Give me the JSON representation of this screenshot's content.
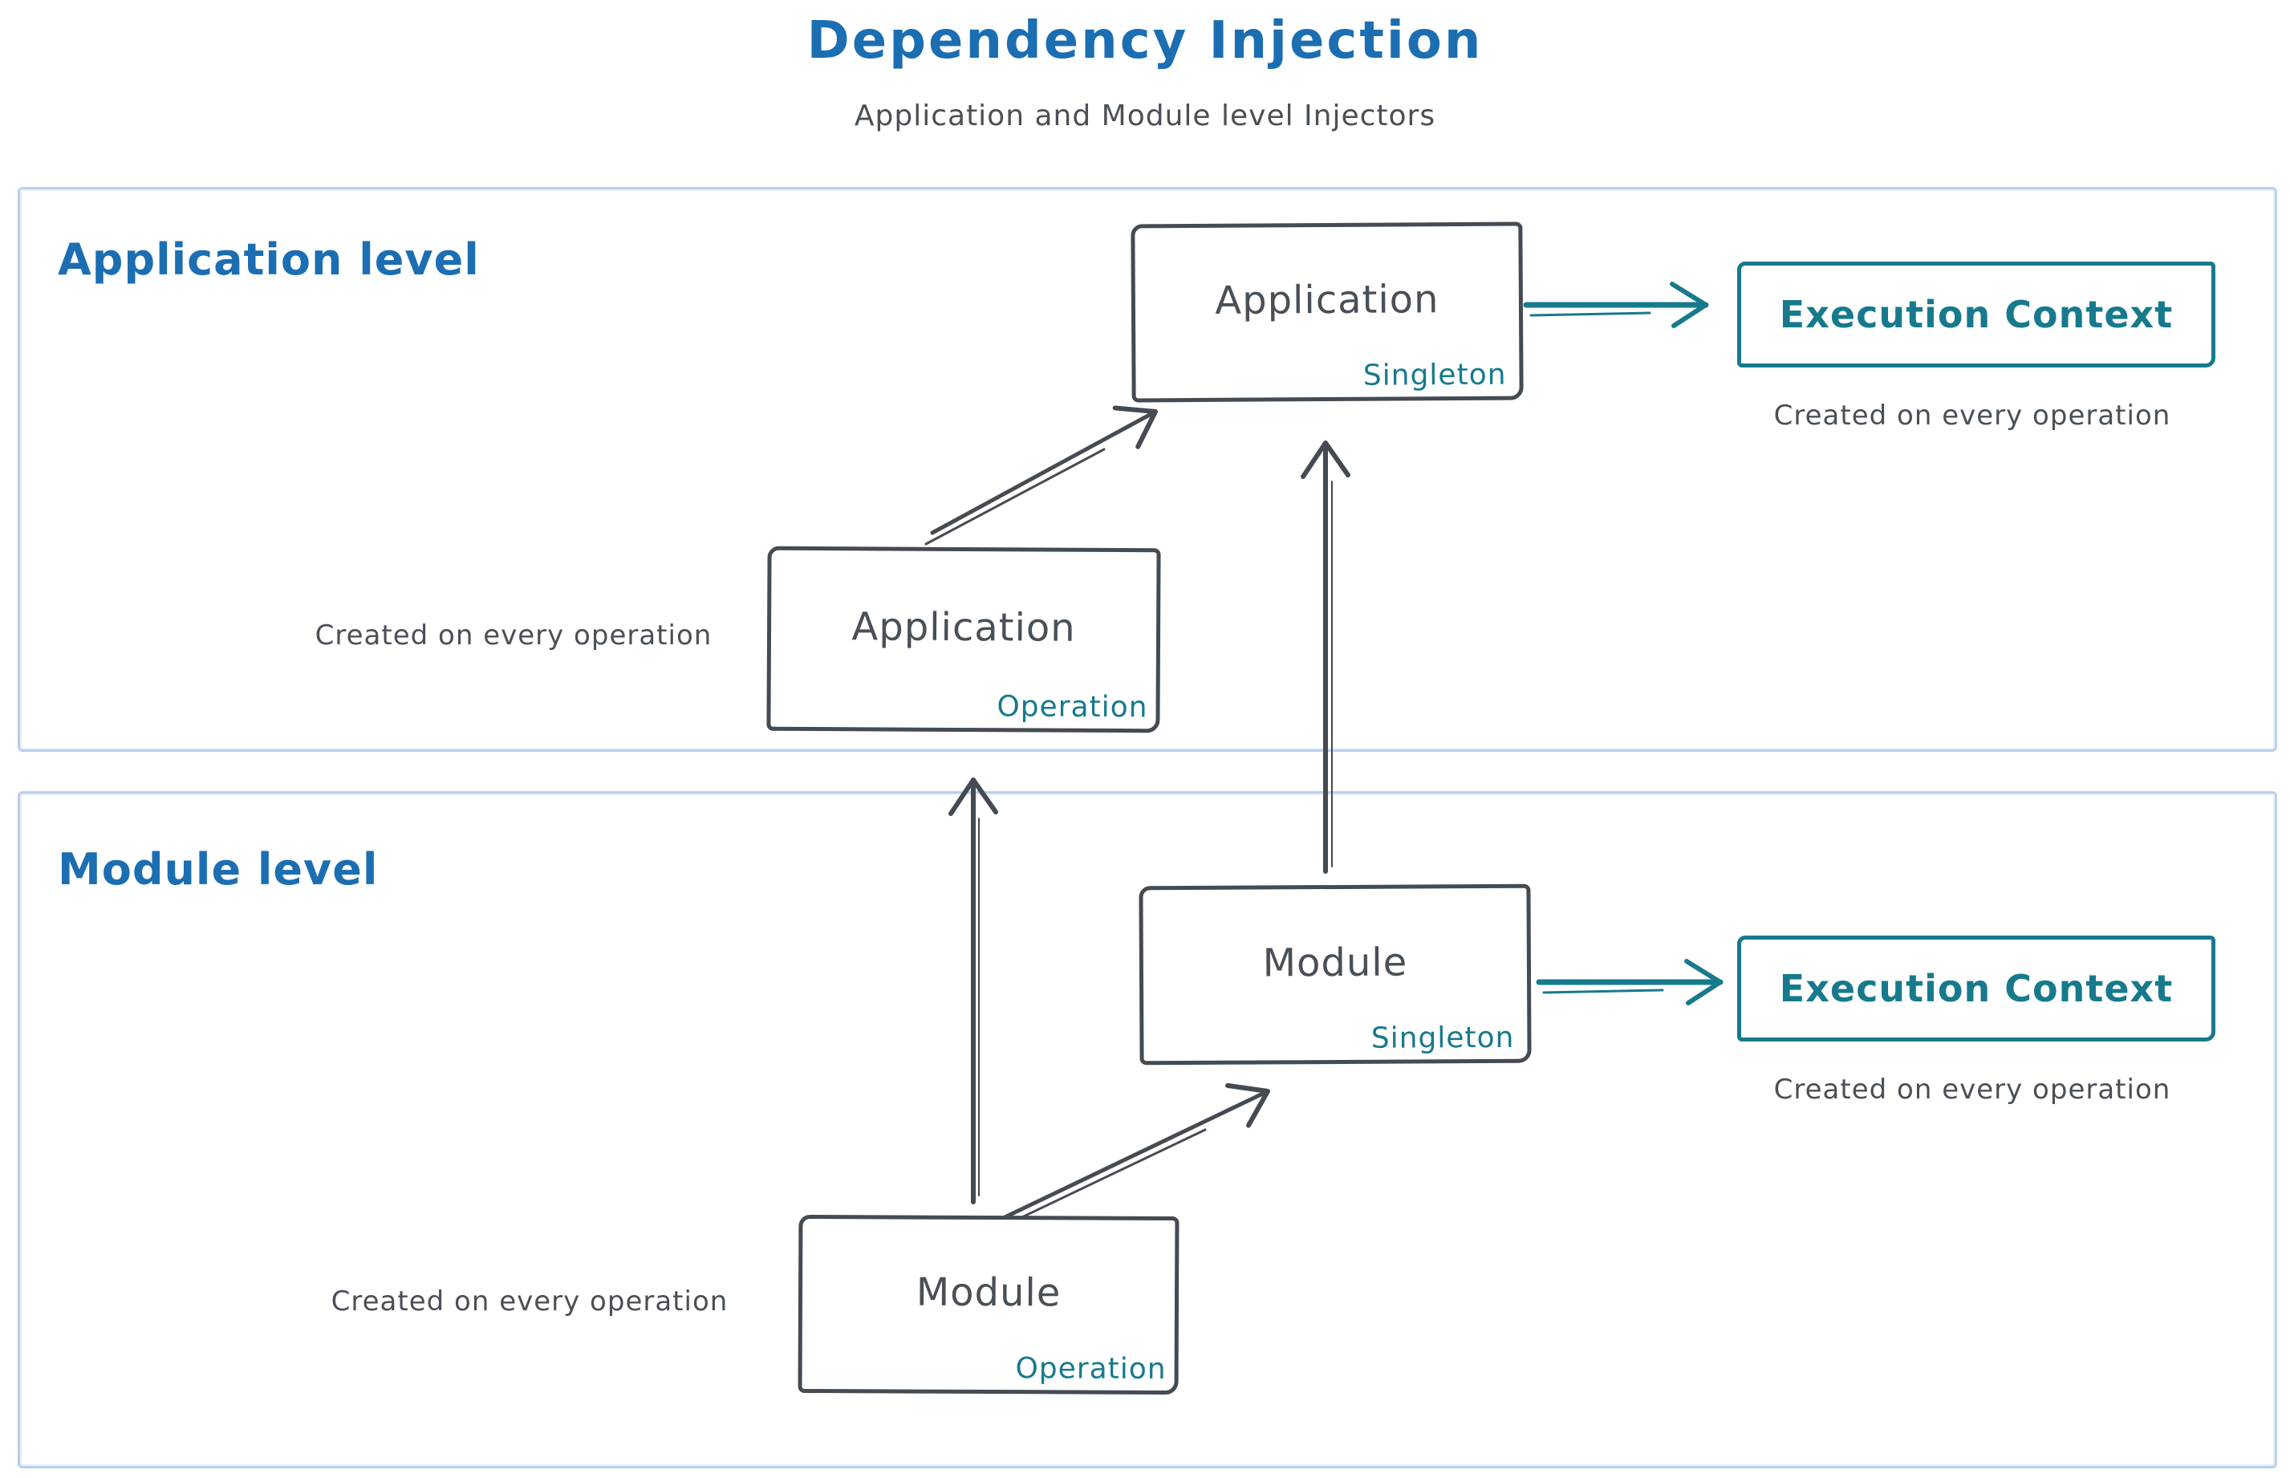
{
  "title": {
    "text": "Dependency Injection"
  },
  "subtitle": {
    "text": "Application and Module level Injectors"
  },
  "colors": {
    "blue": "#1c6eb2",
    "teal": "#177a8c",
    "gray": "#495057",
    "stroke": "#454b52",
    "container_border": "#bad0ea"
  },
  "sections": {
    "application": {
      "label": "Application level",
      "nodes": {
        "singleton": {
          "title": "Application",
          "badge": "Singleton"
        },
        "operation": {
          "title": "Application",
          "badge": "Operation"
        },
        "operation_caption": "Created on every operation",
        "execution_context": {
          "title": "Execution Context",
          "caption": "Created on every operation"
        }
      }
    },
    "module": {
      "label": "Module level",
      "nodes": {
        "singleton": {
          "title": "Module",
          "badge": "Singleton"
        },
        "operation": {
          "title": "Module",
          "badge": "Operation"
        },
        "operation_caption": "Created on every operation",
        "execution_context": {
          "title": "Execution Context",
          "caption": "Created on every operation"
        }
      }
    }
  }
}
